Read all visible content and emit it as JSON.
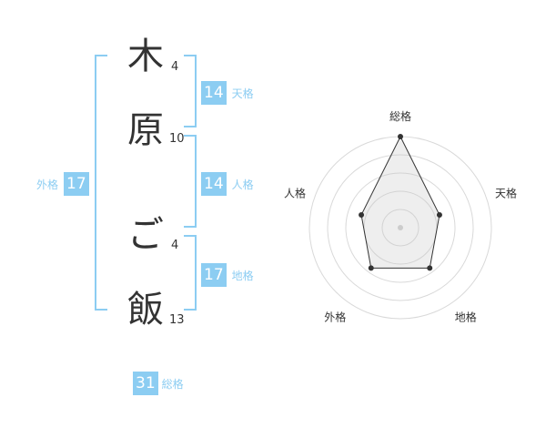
{
  "name": {
    "characters": [
      {
        "char": "木",
        "strokes": "4"
      },
      {
        "char": "原",
        "strokes": "10"
      },
      {
        "char": "ご",
        "strokes": "4"
      },
      {
        "char": "飯",
        "strokes": "13"
      }
    ]
  },
  "scores": {
    "tenkaku": {
      "value": "14",
      "label": "天格"
    },
    "jinkaku": {
      "value": "14",
      "label": "人格"
    },
    "chikaku": {
      "value": "17",
      "label": "地格"
    },
    "gaikaku": {
      "value": "17",
      "label": "外格"
    },
    "soukaku": {
      "value": "31",
      "label": "総格"
    }
  },
  "colors": {
    "accent": "#8ccdf2",
    "text": "#333333"
  },
  "chart_data": {
    "type": "radar",
    "axes": [
      "総格",
      "天格",
      "地格",
      "外格",
      "人格"
    ],
    "values": [
      31,
      14,
      17,
      17,
      14
    ]
  }
}
